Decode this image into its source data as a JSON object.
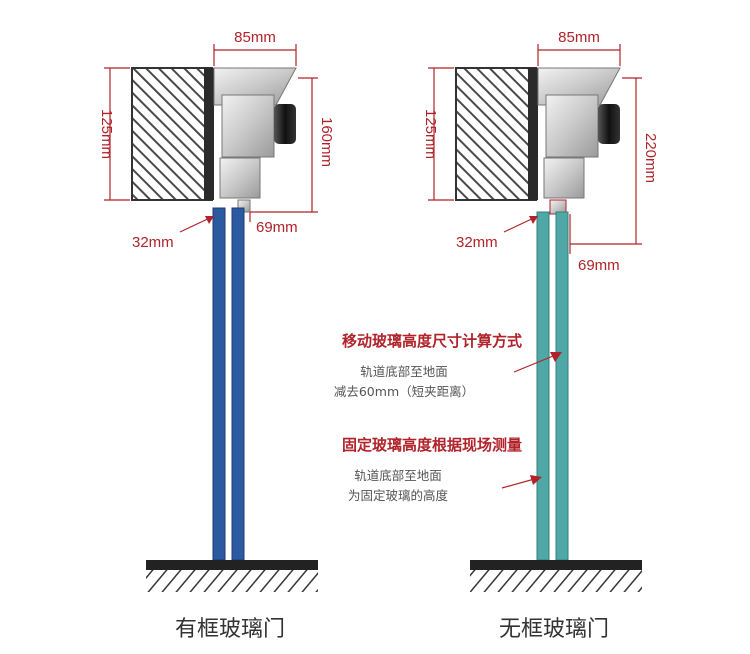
{
  "left_door": {
    "width_label": "85mm",
    "wall_height_label": "125mm",
    "total_height_label": "160mm",
    "gap_label": "32mm",
    "clip_label": "69mm",
    "caption": "有框玻璃门"
  },
  "right_door": {
    "width_label": "85mm",
    "wall_height_label": "125mm",
    "total_height_label": "220mm",
    "gap_label": "32mm",
    "clip_label": "69mm",
    "caption": "无框玻璃门"
  },
  "notes": {
    "moving_title": "移动玻璃高度尺寸计算方式",
    "moving_line1": "轨道底部至地面",
    "moving_line2": "减去60mm（短夹距离）",
    "fixed_title": "固定玻璃高度根据现场测量",
    "fixed_line1": "轨道底部至地面",
    "fixed_line2": "为固定玻璃的高度"
  },
  "colors": {
    "dimension_red": "#b0232a",
    "framed_glass_blue": "#2c5aa0",
    "frameless_glass_teal": "#4fa8a6",
    "hatch_dark": "#333333"
  }
}
